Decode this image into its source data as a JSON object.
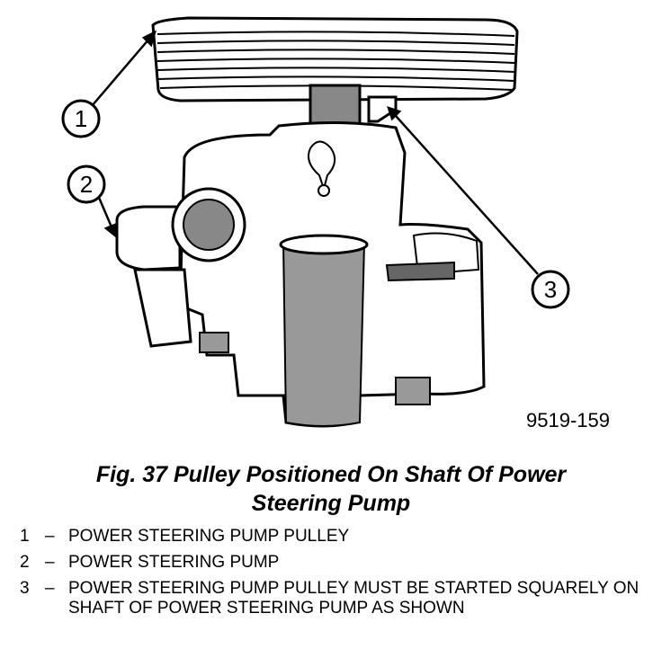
{
  "figure": {
    "id_label": "9519-159",
    "callouts": [
      "1",
      "2",
      "3"
    ]
  },
  "caption": {
    "line1": "Fig. 37 Pulley Positioned On Shaft Of Power",
    "line2": "Steering Pump"
  },
  "legend": [
    {
      "num": "1",
      "dash": "–",
      "text": "POWER STEERING PUMP PULLEY"
    },
    {
      "num": "2",
      "dash": "–",
      "text": "POWER STEERING PUMP"
    },
    {
      "num": "3",
      "dash": "–",
      "text": "POWER STEERING PUMP PULLEY MUST BE STARTED SQUARELY ON SHAFT OF POWER STEERING PUMP AS SHOWN"
    }
  ]
}
